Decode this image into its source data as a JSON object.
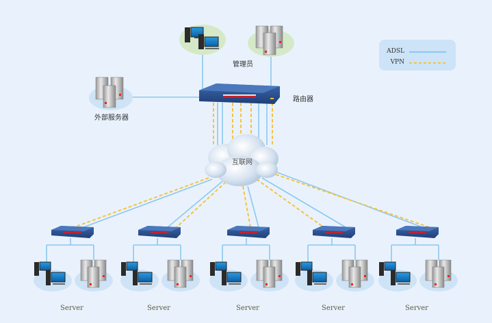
{
  "diagram": {
    "title": "",
    "nodes": {
      "admin": {
        "label": "管理员"
      },
      "router": {
        "label": "路由器"
      },
      "external_server": {
        "label": "外部服务器"
      },
      "internet": {
        "label": "互联网"
      },
      "branches": [
        {
          "label": "Server"
        },
        {
          "label": "Server"
        },
        {
          "label": "Server"
        },
        {
          "label": "Server"
        },
        {
          "label": "Server"
        }
      ]
    },
    "legend": [
      {
        "label": "ADSL",
        "style": "solid",
        "color": "#8cc8f0"
      },
      {
        "label": "VPN",
        "style": "dashed",
        "color": "#f5c342"
      }
    ],
    "colors": {
      "background": "#e9f2fc",
      "adsl": "#8cc8f0",
      "vpn": "#f5c342",
      "router_body": "#2a4f8e"
    }
  }
}
